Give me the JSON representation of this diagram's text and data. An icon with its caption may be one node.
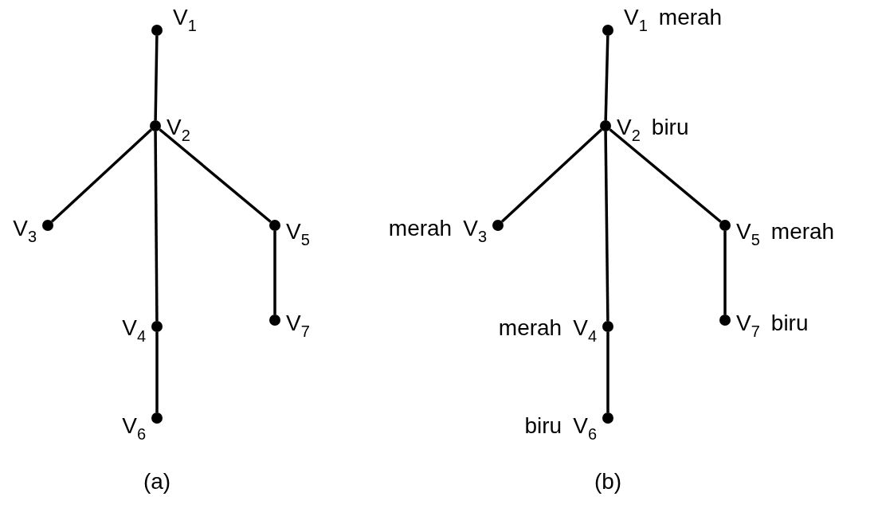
{
  "diagram": {
    "nodes": [
      {
        "text": [],
        "shape": "circle",
        "beside": [
          "V$_{1}$"
        ]
      },
      {
        "text": [],
        "shape": "circle",
        "beside": [
          "V$_{2}$"
        ]
      },
      {
        "text": [],
        "shape": "circle",
        "beside": [
          "V$_{3}$"
        ]
      },
      {
        "text": [],
        "shape": "circle",
        "beside": [
          "V$_{4}$"
        ]
      },
      {
        "text": [],
        "shape": "circle",
        "beside": [
          "V$_{5}$"
        ]
      },
      {
        "text": [],
        "shape": "circle",
        "beside": [
          "V$_{6}$"
        ]
      },
      {
        "text": [],
        "shape": "circle",
        "beside": [
          "V$_{7}$"
        ]
      },
      {
        "text": [],
        "shape": "circle",
        "beside": [
          "V$_{1}$",
          "merah"
        ]
      },
      {
        "text": [],
        "shape": "circle",
        "beside": [
          "V$_{2}$",
          "biru"
        ]
      },
      {
        "text": [],
        "shape": "circle",
        "beside": [
          "merah",
          "V$_{3}$"
        ]
      },
      {
        "text": [],
        "shape": "circle",
        "beside": [
          "merah",
          "V$_{4}$"
        ]
      },
      {
        "text": [],
        "shape": "circle",
        "beside": [
          "V$_{5}$",
          "merah"
        ]
      },
      {
        "text": [],
        "shape": "circle",
        "beside": [
          "biru",
          "V$_{6}$"
        ]
      },
      {
        "text": [],
        "shape": "circle",
        "beside": [
          "V$_{7}$",
          "biru"
        ]
      }
    ],
    "edges": [
      {
        "from": 0,
        "to": 1,
        "arrow": "none"
      },
      {
        "from": 1,
        "to": 2,
        "arrow": "none"
      },
      {
        "from": 1,
        "to": 3,
        "arrow": "none"
      },
      {
        "from": 1,
        "to": 4,
        "arrow": "none"
      },
      {
        "from": 3,
        "to": 5,
        "arrow": "none"
      },
      {
        "from": 4,
        "to": 6,
        "arrow": "none"
      },
      {
        "from": 7,
        "to": 8,
        "arrow": "none"
      },
      {
        "from": 8,
        "to": 9,
        "arrow": "none"
      },
      {
        "from": 8,
        "to": 10,
        "arrow": "none"
      },
      {
        "from": 8,
        "to": 11,
        "arrow": "none"
      },
      {
        "from": 10,
        "to": 12,
        "arrow": "none"
      },
      {
        "from": 11,
        "to": 13,
        "arrow": "none"
      }
    ],
    "labels": [
      "(a)",
      "(b)"
    ]
  }
}
